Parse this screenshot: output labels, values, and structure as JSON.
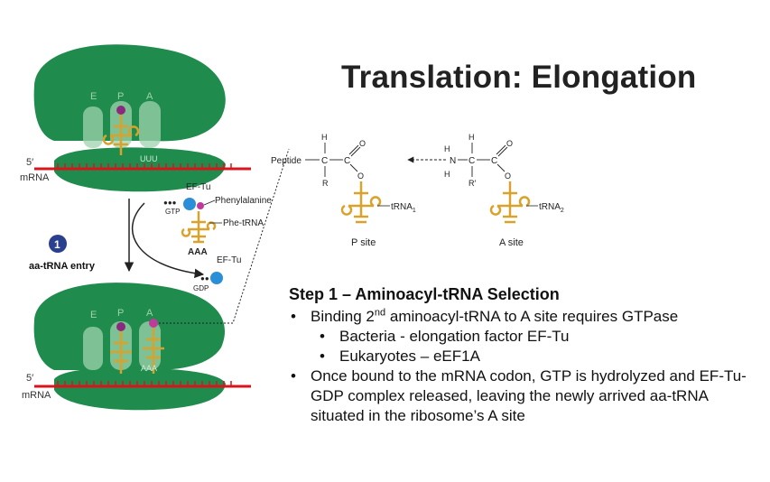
{
  "slide": {
    "title": "Translation: Elongation"
  },
  "figure": {
    "top_ribosome": {
      "site_e": "E",
      "site_p": "P",
      "site_a": "A",
      "prime_label": "5′",
      "mrna_label": "mRNA",
      "codon_text": "UUU"
    },
    "entry": {
      "ef_tu_label": "EF-Tu",
      "gtp_label": "GTP",
      "phenylalanine_label": "Phenylalanine",
      "phe_trna_label": "Phe-tRNA",
      "anticodon": "AAA",
      "ef_tu_label_2": "EF-Tu",
      "gdp_label": "GDP",
      "step_number": "1",
      "step_label": "aa-tRNA entry"
    },
    "bottom_ribosome": {
      "site_e": "E",
      "site_p": "P",
      "site_a": "A",
      "prime_label": "5′",
      "mrna_label": "mRNA",
      "anticodon": "AAA"
    },
    "chemistry": {
      "peptide": "Peptide",
      "r1": "R",
      "r2": "R′",
      "h_top1": "H",
      "h_top2": "H",
      "n_label": "N",
      "trna1": "tRNA",
      "trna1_sub": "1",
      "trna2": "tRNA",
      "trna2_sub": "2",
      "p_site": "P site",
      "a_site": "A site"
    }
  },
  "step": {
    "heading": "Step 1 – Aminoacyl-tRNA Selection",
    "bullet1_pre": "Binding 2",
    "bullet1_sup": "nd",
    "bullet1_post": " aminoacyl-tRNA to A site requires GTPase",
    "sub1": "Bacteria - elongation factor EF-Tu",
    "sub2": "Eukaryotes – eEF1A",
    "bullet2": "Once bound to the mRNA codon, GTP is hydrolyzed and EF-Tu-GDP complex released, leaving the newly arrived aa-tRNA situated in the ribosome’s A site"
  },
  "colors": {
    "ribosome": "#1f8b4c",
    "mrna": "#d8141c",
    "trna": "#d9a22b",
    "ef_tu": "#2a8fd6",
    "amino_acid": "#c0399b",
    "step_badge": "#2b3f8f"
  }
}
